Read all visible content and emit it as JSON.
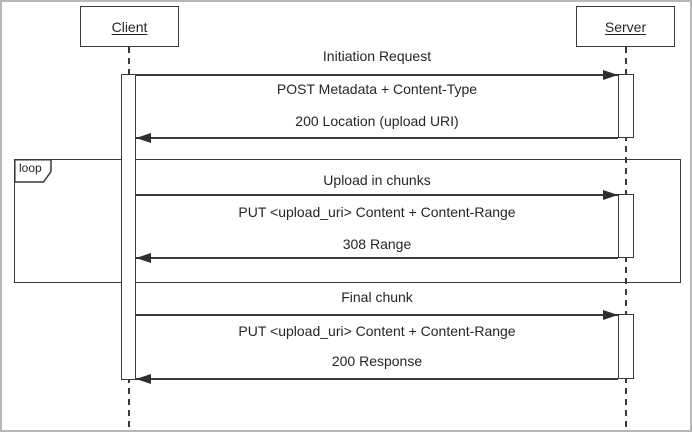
{
  "styles": {
    "line_color": "#3a3a3a",
    "background": "#ffffff",
    "outer_border": "#b7b7b7"
  },
  "icons": {
    "arrowhead_right": "css-solid-triangle-right",
    "arrowhead_left": "css-solid-triangle-left"
  },
  "diagram": {
    "actors": [
      {
        "label": "Client"
      },
      {
        "label": "Server"
      }
    ],
    "loop_label": "loop",
    "sections": [
      {
        "title": "Initiation Request",
        "request": "POST Metadata + Content-Type",
        "response": "200 Location (upload URI)"
      },
      {
        "title": "Upload in chunks",
        "request": "PUT <upload_uri> Content + Content-Range",
        "response": "308 Range"
      },
      {
        "title": "Final chunk",
        "request": "PUT <upload_uri> Content + Content-Range",
        "response": "200 Response"
      }
    ]
  }
}
